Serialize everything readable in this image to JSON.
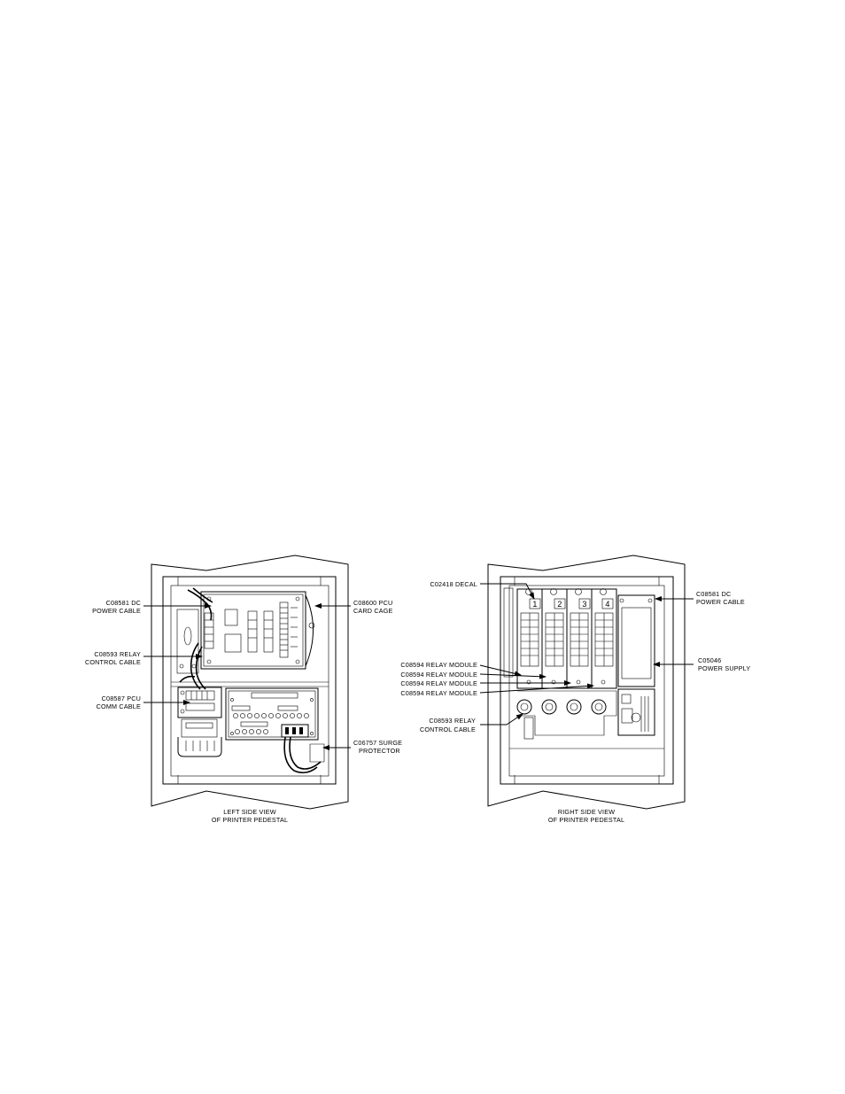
{
  "left_view": {
    "caption_line1": "LEFT SIDE VIEW",
    "caption_line2": "OF PRINTER PEDESTAL",
    "callouts": {
      "dc_power_line1": "C08581 DC",
      "dc_power_line2": "POWER CABLE",
      "relay_ctrl_line1": "C08593 RELAY",
      "relay_ctrl_line2": "CONTROL CABLE",
      "pcu_comm_line1": "C08587 PCU",
      "pcu_comm_line2": "COMM CABLE",
      "card_cage_line1": "C08600 PCU",
      "card_cage_line2": "CARD CAGE",
      "surge_line1": "C06757 SURGE",
      "surge_line2": "PROTECTOR"
    }
  },
  "right_view": {
    "caption_line1": "RIGHT SIDE VIEW",
    "caption_line2": "OF PRINTER PEDESTAL",
    "callouts": {
      "decal": "C02418 DECAL",
      "relay_module_1": "C08594 RELAY MODULE",
      "relay_module_2": "C08594 RELAY MODULE",
      "relay_module_3": "C08594 RELAY MODULE",
      "relay_module_4": "C08594 RELAY MODULE",
      "relay_ctrl_line1": "C08593 RELAY",
      "relay_ctrl_line2": "CONTROL CABLE",
      "dc_power_line1": "C08581 DC",
      "dc_power_line2": "POWER CABLE",
      "power_supply_line1": "C05046",
      "power_supply_line2": "POWER SUPPLY"
    },
    "module_numbers": [
      "1",
      "2",
      "3",
      "4"
    ]
  }
}
